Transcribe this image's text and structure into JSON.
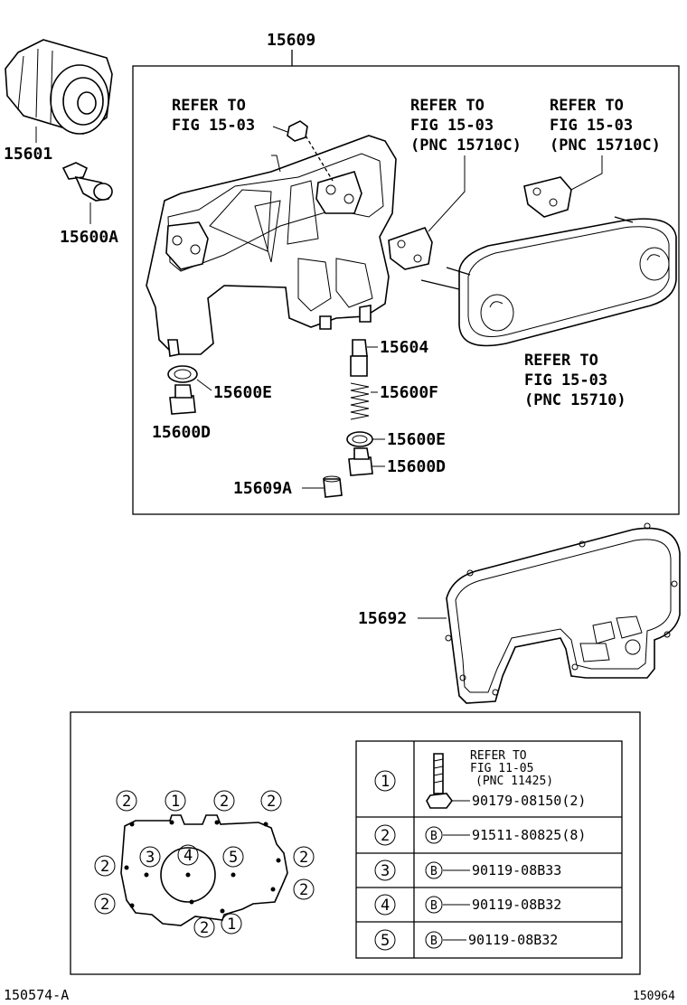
{
  "main_assembly": "15609",
  "parts": {
    "p15601": "15601",
    "p15600A": "15600A",
    "p15600E_left": "15600E",
    "p15600D_left": "15600D",
    "p15604": "15604",
    "p15600F": "15600F",
    "p15600E_right": "15600E",
    "p15600D_right": "15600D",
    "p15609A": "15609A",
    "p15692": "15692"
  },
  "refs": {
    "ref1": [
      "REFER TO",
      "FIG 15-03"
    ],
    "ref2": [
      "REFER TO",
      "FIG  15-03",
      "(PNC 15710C)"
    ],
    "ref3": [
      "REFER TO",
      "FIG 15-03",
      "(PNC 15710C)"
    ],
    "ref4": [
      "REFER TO",
      "FIG 15-03",
      "(PNC 15710)"
    ]
  },
  "bolt_diagram": {
    "callouts": [
      "2",
      "1",
      "2",
      "2",
      "2",
      "3",
      "4",
      "5",
      "2",
      "2",
      "2",
      "2",
      "1"
    ]
  },
  "bolt_table": [
    {
      "key": "1",
      "symbol": "",
      "lines": [
        "REFER TO",
        "FIG 11-05",
        "(PNC 11425)"
      ],
      "part": "90179-08150(2)"
    },
    {
      "key": "2",
      "symbol": "B",
      "part": "91511-80825(8)"
    },
    {
      "key": "3",
      "symbol": "B",
      "part": "90119-08B33"
    },
    {
      "key": "4",
      "symbol": "B",
      "part": "90119-08B32"
    },
    {
      "key": "5",
      "symbol": "B",
      "part": "90119-08B32"
    }
  ],
  "footer": {
    "left_code": "150574-A",
    "right_code": "150964"
  }
}
